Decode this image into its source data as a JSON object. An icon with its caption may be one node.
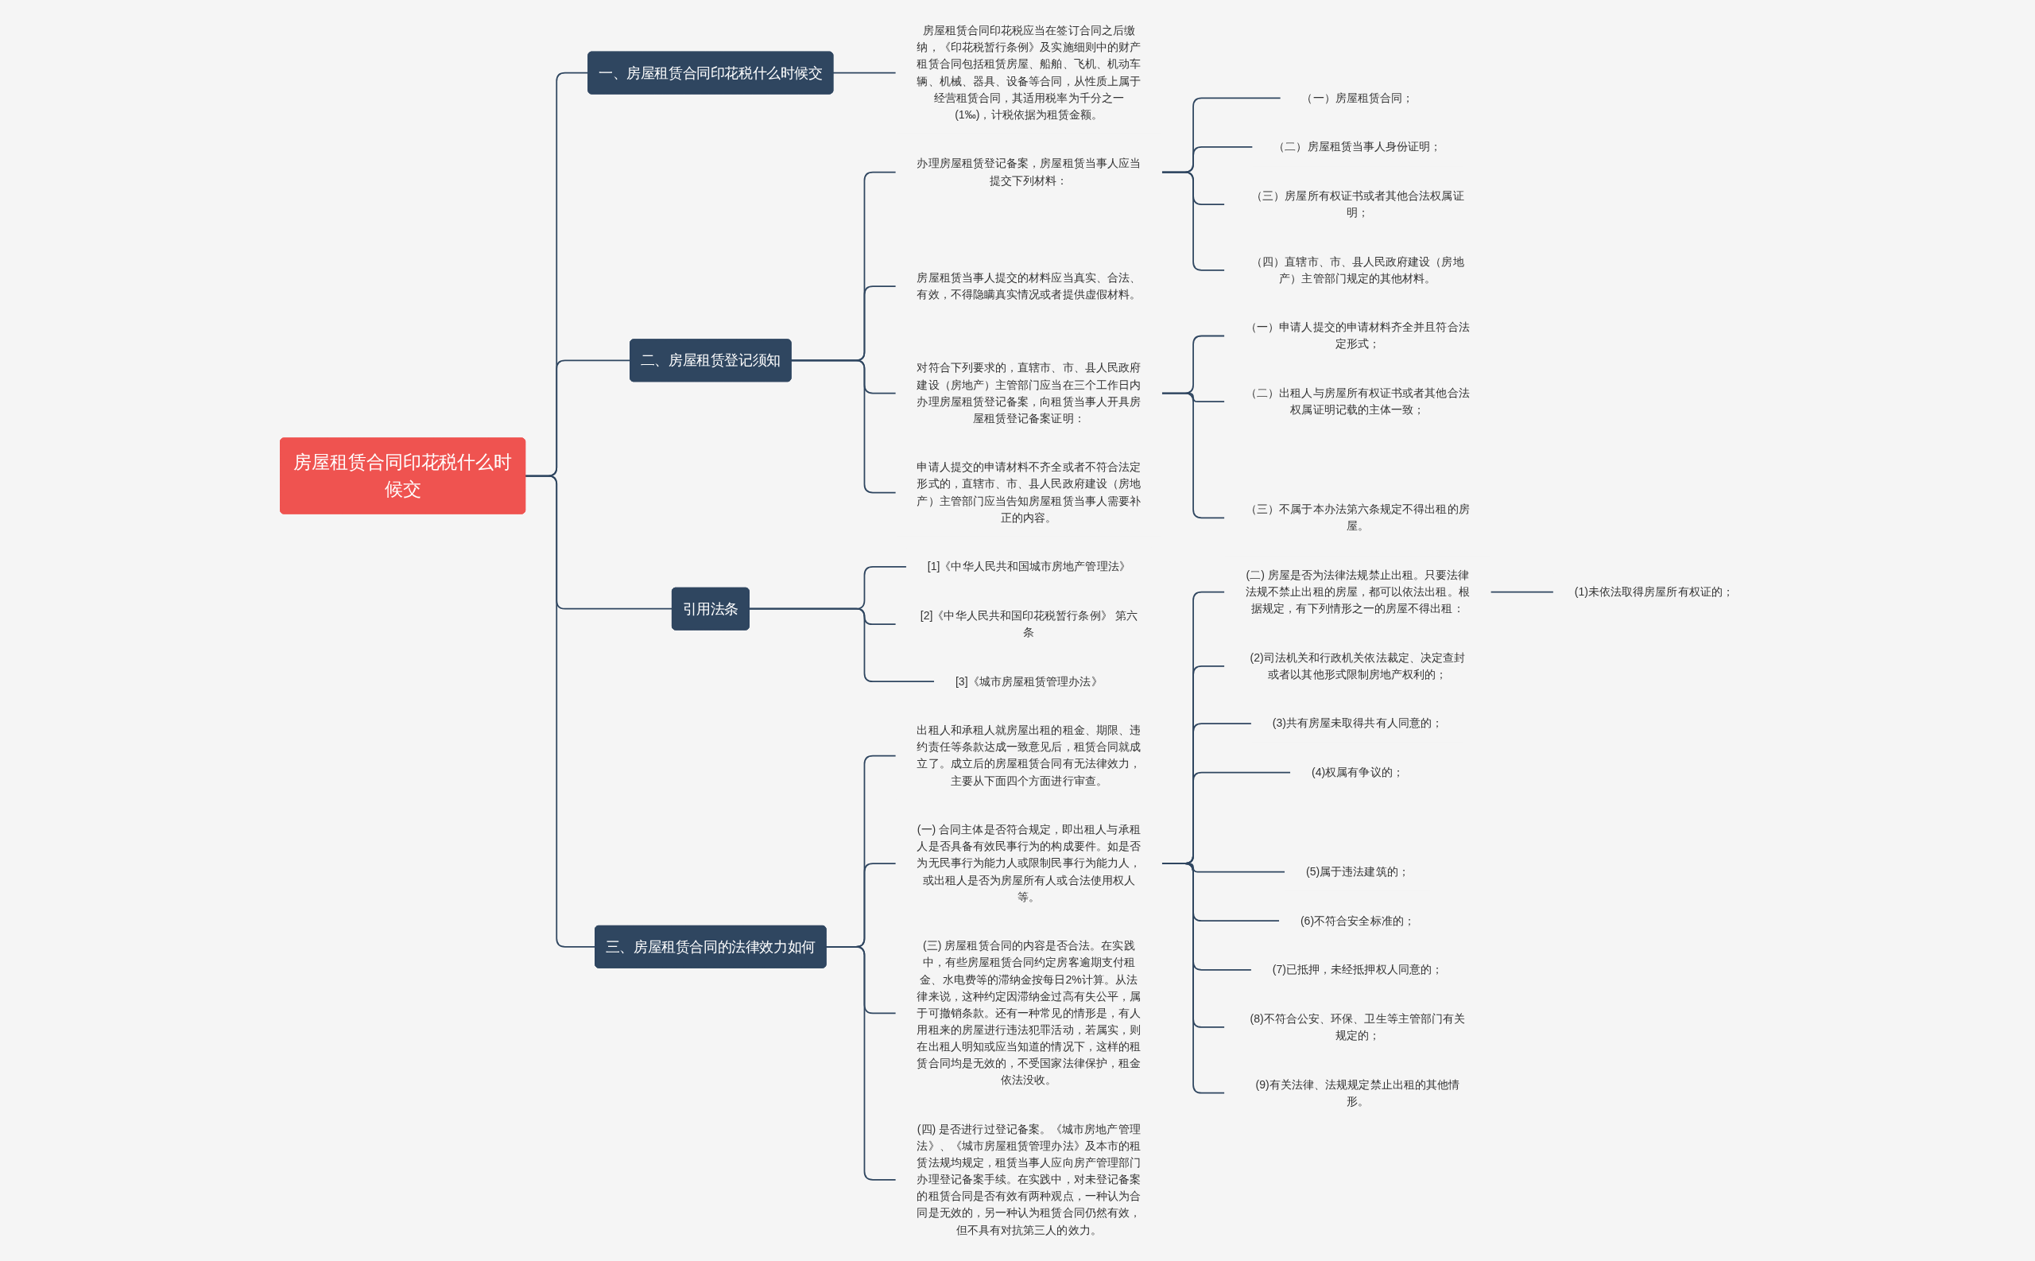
{
  "diagram": {
    "nodes": [
      {
        "text": [
          "房屋租赁合同印花税什么时候交"
        ]
      },
      {
        "text": [
          "一、房屋租赁合同印花税什么时候交"
        ]
      },
      {
        "text": [
          "房屋租赁合同印花税应当在签订合同之后缴纳，《印花税暂行条例》及实施细则中的财产租赁合同包括租赁房屋、船舶、飞机、机动车辆、机械、器具、设备等合同，从性质上属于经营租赁合同，其适用税率为千分之一(1‰)，计税依据为租赁金额。"
        ]
      },
      {
        "text": [
          "二、房屋租赁登记须知"
        ]
      },
      {
        "text": [
          "办理房屋租赁登记备案，房屋租赁当事人应当提交下列材料："
        ]
      },
      {
        "text": [
          "（一）房屋租赁合同；"
        ]
      },
      {
        "text": [
          "（二）房屋租赁当事人身份证明；"
        ]
      },
      {
        "text": [
          "（三）房屋所有权证书或者其他合法权属证明；"
        ]
      },
      {
        "text": [
          "（四）直辖市、市、县人民政府建设（房地产）主管部门规定的其他材料。"
        ]
      },
      {
        "text": [
          "房屋租赁当事人提交的材料应当真实、合法、有效，不得隐瞒真实情况或者提供虚假材料。"
        ]
      },
      {
        "text": [
          "对符合下列要求的，直辖市、市、县人民政府建设（房地产）主管部门应当在三个工作日内办理房屋租赁登记备案，向租赁当事人开具房屋租赁登记备案证明："
        ]
      },
      {
        "text": [
          "（一）申请人提交的申请材料齐全并且符合法定形式；"
        ]
      },
      {
        "text": [
          "（二）出租人与房屋所有权证书或者其他合法权属证明记载的主体一致；"
        ]
      },
      {
        "text": [
          "（三）不属于本办法第六条规定不得出租的房屋。"
        ]
      },
      {
        "text": [
          "申请人提交的申请材料不齐全或者不符合法定形式的，直辖市、市、县人民政府建设（房地产）主管部门应当告知房屋租赁当事人需要补正的内容。"
        ]
      },
      {
        "text": [
          "引用法条"
        ]
      },
      {
        "text": [
          "[1]《中华人民共和国城市房地产管理法》"
        ]
      },
      {
        "text": [
          "[2]《中华人民共和国印花税暂行条例》 第六条"
        ]
      },
      {
        "text": [
          "[3]《城市房屋租赁管理办法》"
        ]
      },
      {
        "text": [
          "三、房屋租赁合同的法律效力如何"
        ]
      },
      {
        "text": [
          "出租人和承租人就房屋出租的租金、期限、违约责任等条款达成一致意见后，租赁合同就成立了。成立后的房屋租赁合同有无法律效力，主要从下面四个方面进行审查。"
        ]
      },
      {
        "text": [
          "(一) 合同主体是否符合规定，即出租人与承租人是否具备有效民事行为的构成要件。如是否为无民事行为能力人或限制民事行为能力人，或出租人是否为房屋所有人或合法使用权人等。"
        ]
      },
      {
        "text": [
          "(二) 房屋是否为法律法规禁止出租。只要法律法规不禁止出租的房屋，都可以依法出租。根据规定，有下列情形之一的房屋不得出租："
        ]
      },
      {
        "text": [
          "(1)未依法取得房屋所有权证的；"
        ]
      },
      {
        "text": [
          "(2)司法机关和行政机关依法裁定、决定查封或者以其他形式限制房地产权利的；"
        ]
      },
      {
        "text": [
          "(3)共有房屋未取得共有人同意的；"
        ]
      },
      {
        "text": [
          "(4)权属有争议的；"
        ]
      },
      {
        "text": [
          "(5)属于违法建筑的；"
        ]
      },
      {
        "text": [
          "(6)不符合安全标准的；"
        ]
      },
      {
        "text": [
          "(7)已抵押，未经抵押权人同意的；"
        ]
      },
      {
        "text": [
          "(8)不符合公安、环保、卫生等主管部门有关规定的；"
        ]
      },
      {
        "text": [
          "(9)有关法律、法规规定禁止出租的其他情形。"
        ]
      },
      {
        "text": [
          "(三) 房屋租赁合同的内容是否合法。在实践中，有些房屋租赁合同约定房客逾期支付租金、水电费等的滞纳金按每日2%计算。从法律来说，这种约定因滞纳金过高有失公平，属于可撤销条款。还有一种常见的情形是，有人用租来的房屋进行违法犯罪活动，若属实，则在出租人明知或应当知道的情况下，这样的租赁合同均是无效的，不受国家法律保护，租金依法没收。"
        ]
      },
      {
        "text": [
          "(四) 是否进行过登记备案。《城市房地产管理法》、《城市房屋租赁管理办法》及本市的租赁法规均规定，租赁当事人应向房产管理部门办理登记备案手续。在实践中，对未登记备案的租赁合同是否有效有两种观点，一种认为合同是无效的，另一种认为租赁合同仍然有效，但不具有对抗第三人的效力。"
        ]
      }
    ],
    "edges": [
      {
        "from": 0,
        "to": 1,
        "arrow": "none"
      },
      {
        "from": 1,
        "to": 2,
        "arrow": "none"
      },
      {
        "from": 0,
        "to": 3,
        "arrow": "none"
      },
      {
        "from": 3,
        "to": 4,
        "arrow": "none"
      },
      {
        "from": 4,
        "to": 5,
        "arrow": "none"
      },
      {
        "from": 4,
        "to": 6,
        "arrow": "none"
      },
      {
        "from": 4,
        "to": 7,
        "arrow": "none"
      },
      {
        "from": 4,
        "to": 8,
        "arrow": "none"
      },
      {
        "from": 3,
        "to": 9,
        "arrow": "none"
      },
      {
        "from": 3,
        "to": 10,
        "arrow": "none"
      },
      {
        "from": 10,
        "to": 11,
        "arrow": "none"
      },
      {
        "from": 10,
        "to": 12,
        "arrow": "none"
      },
      {
        "from": 10,
        "to": 13,
        "arrow": "none"
      },
      {
        "from": 3,
        "to": 14,
        "arrow": "none"
      },
      {
        "from": 0,
        "to": 15,
        "arrow": "none"
      },
      {
        "from": 15,
        "to": 16,
        "arrow": "none"
      },
      {
        "from": 15,
        "to": 17,
        "arrow": "none"
      },
      {
        "from": 15,
        "to": 18,
        "arrow": "none"
      },
      {
        "from": 0,
        "to": 19,
        "arrow": "none"
      },
      {
        "from": 19,
        "to": 20,
        "arrow": "none"
      },
      {
        "from": 19,
        "to": 21,
        "arrow": "none"
      },
      {
        "from": 21,
        "to": 22,
        "arrow": "none"
      },
      {
        "from": 22,
        "to": 23,
        "arrow": "none"
      },
      {
        "from": 21,
        "to": 24,
        "arrow": "none"
      },
      {
        "from": 21,
        "to": 25,
        "arrow": "none"
      },
      {
        "from": 21,
        "to": 26,
        "arrow": "none"
      },
      {
        "from": 21,
        "to": 27,
        "arrow": "none"
      },
      {
        "from": 21,
        "to": 28,
        "arrow": "none"
      },
      {
        "from": 21,
        "to": 29,
        "arrow": "none"
      },
      {
        "from": 21,
        "to": 30,
        "arrow": "none"
      },
      {
        "from": 21,
        "to": 31,
        "arrow": "none"
      },
      {
        "from": 19,
        "to": 32,
        "arrow": "none"
      },
      {
        "from": 19,
        "to": 33,
        "arrow": "none"
      }
    ]
  }
}
